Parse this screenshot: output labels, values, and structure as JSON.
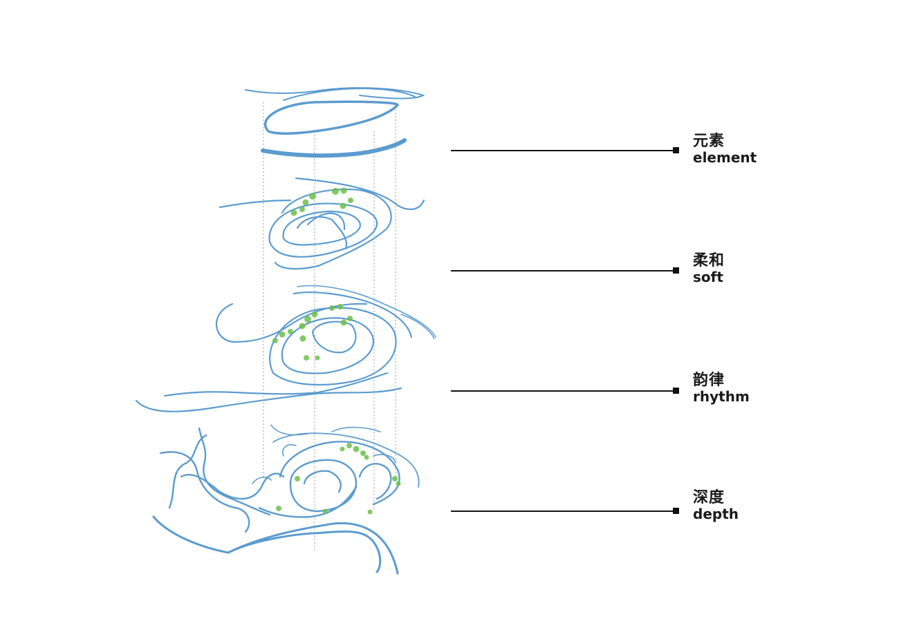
{
  "layers": [
    {
      "zh": "元素",
      "en": "element"
    },
    {
      "zh": "柔和",
      "en": "soft"
    },
    {
      "zh": "韵律",
      "en": "rhythm"
    },
    {
      "zh": "深度",
      "en": "depth"
    }
  ],
  "colors": {
    "water": "#5b9bcf",
    "water_light": "#7fb3dc",
    "green": "#6cc04a",
    "leader": "#111111",
    "guide": "#9a9a9a"
  }
}
